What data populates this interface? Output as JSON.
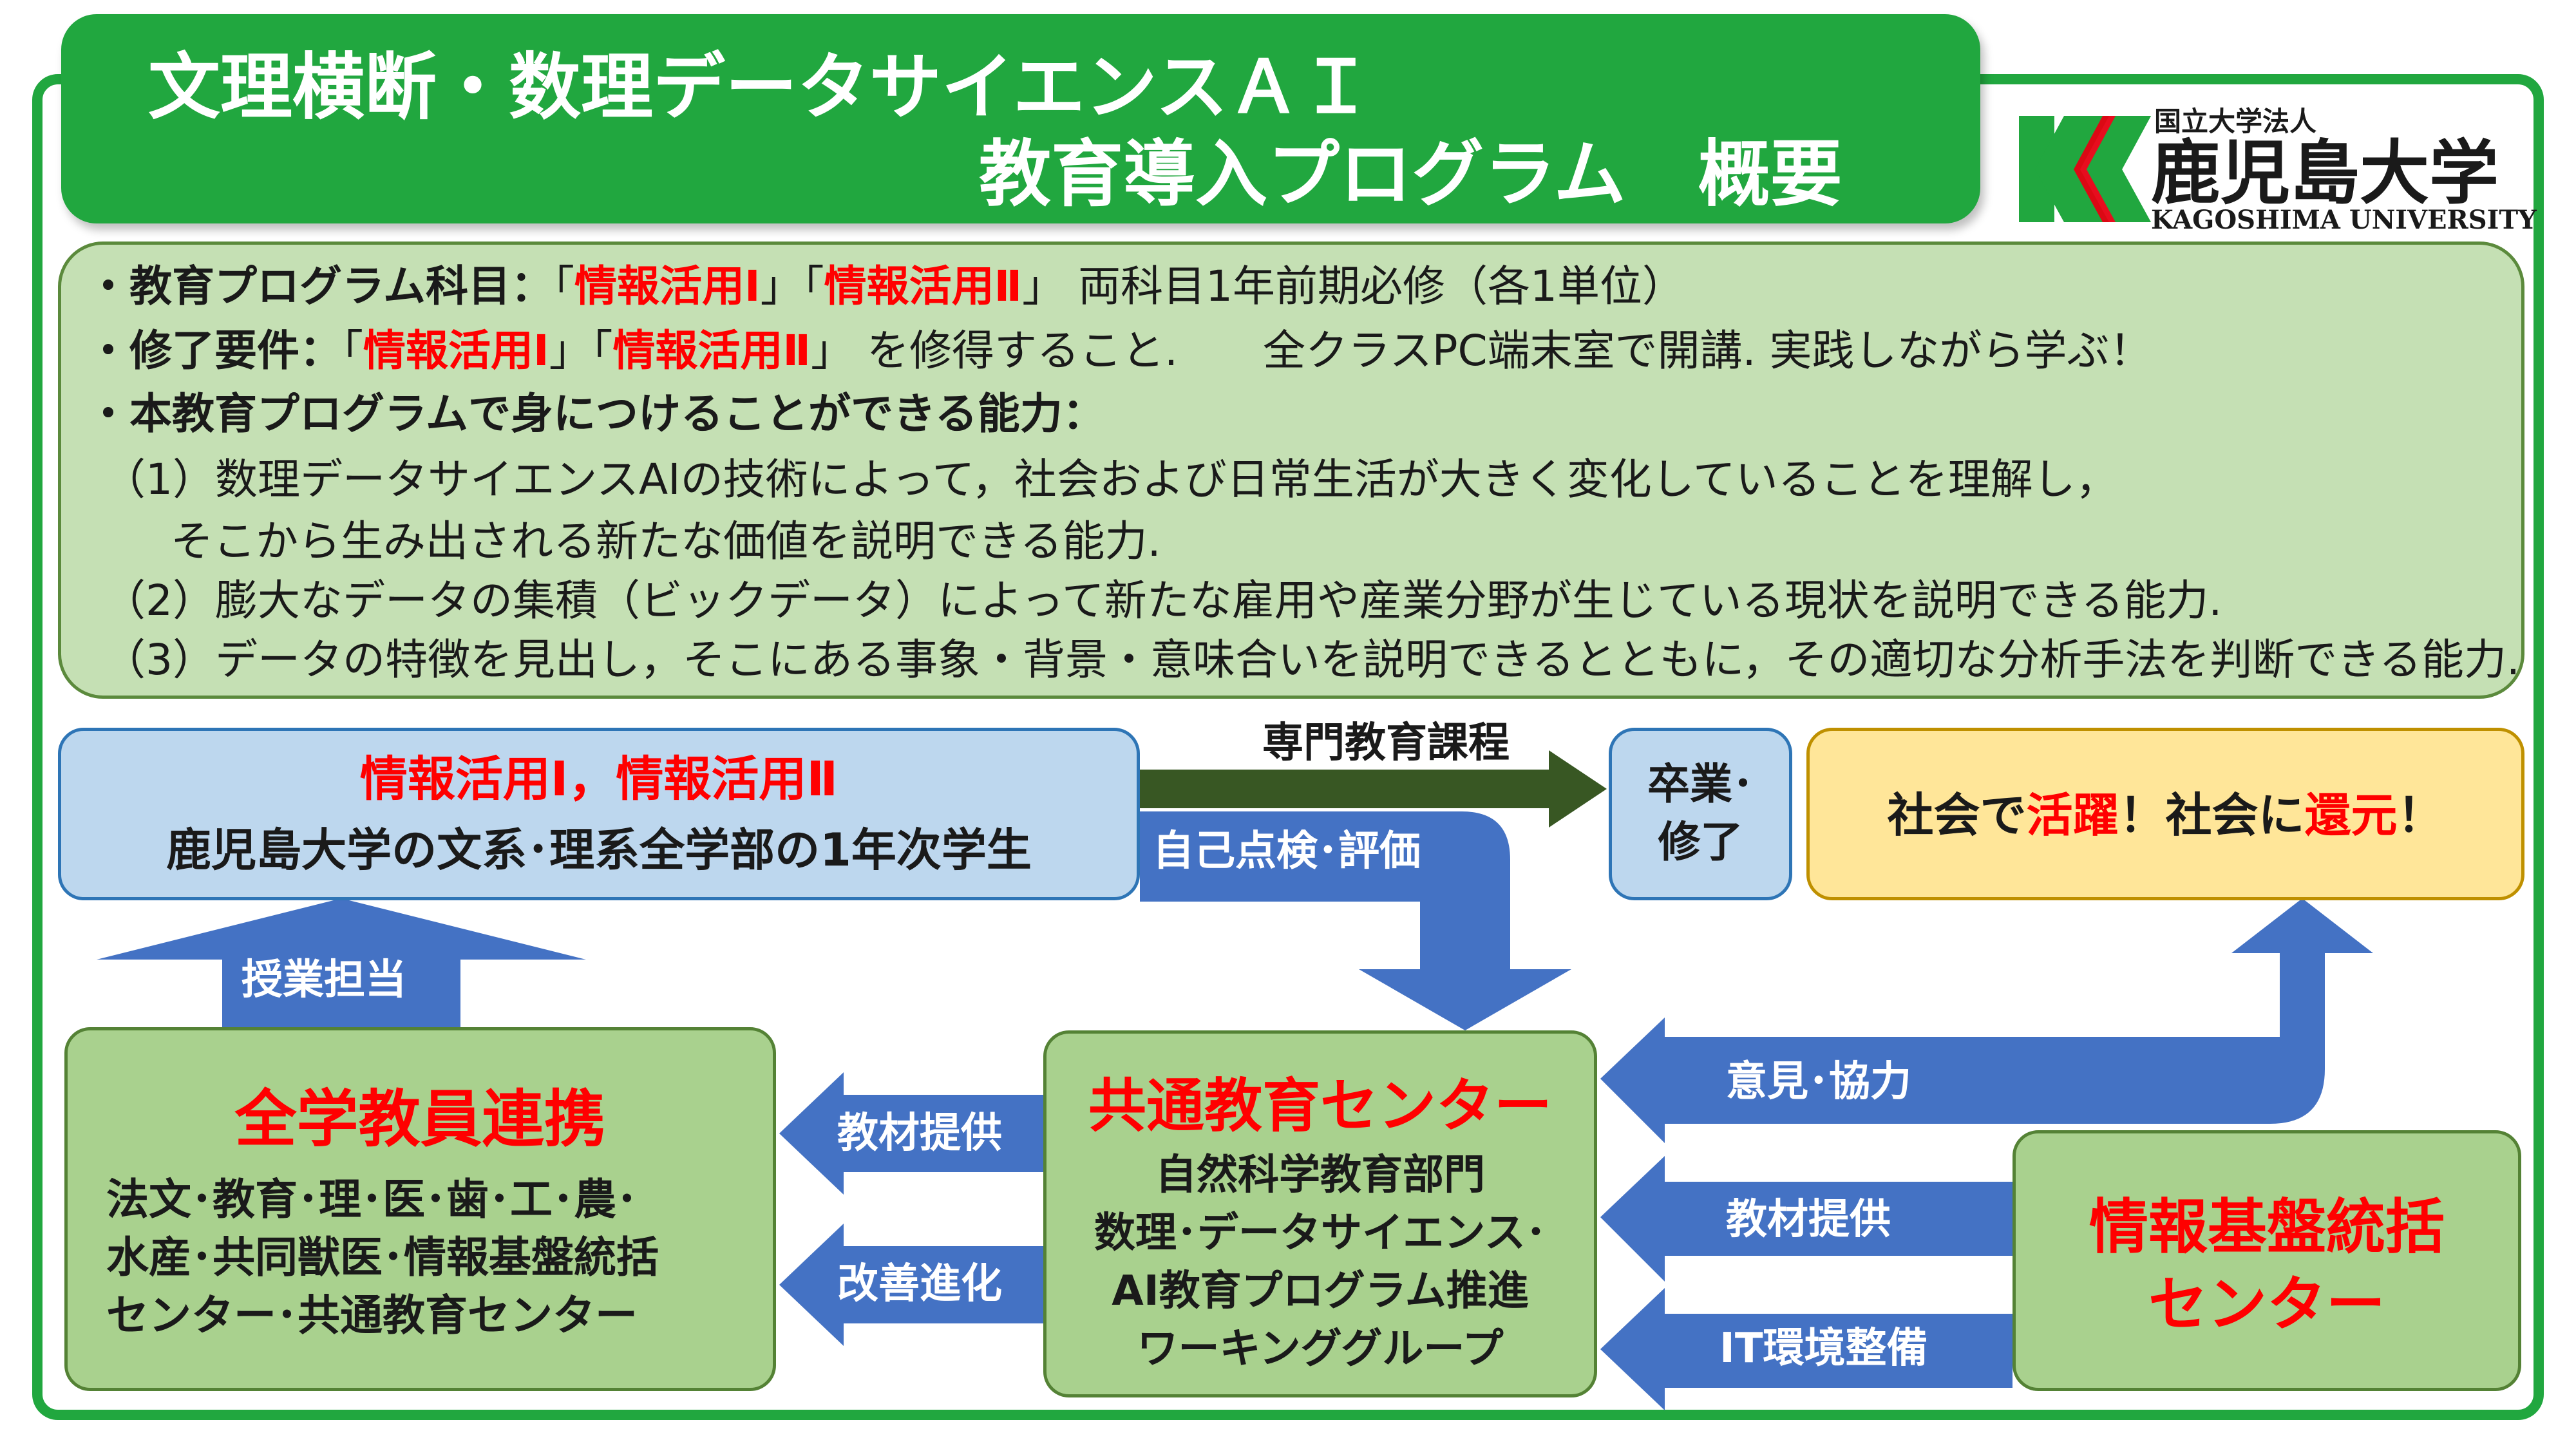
{
  "header": {
    "title_line1": "文理横断・数理データサイエンスＡＩ",
    "title_line2": "教育導入プログラム　概要"
  },
  "logo": {
    "sub": "国立大学法人",
    "name": "鹿児島大学",
    "english": "KAGOSHIMA UNIVERSITY"
  },
  "info": {
    "line1_prefix": "・教育プログラム科目：",
    "line1_q1": "「",
    "line1_subject1": "情報活用Ⅰ",
    "line1_q2": "」「",
    "line1_subject2": "情報活用Ⅱ",
    "line1_q3": "」",
    "line1_rest": "両科目1年前期必修（各1単位）",
    "line2_prefix": "・修了要件：",
    "line2_q1": "「",
    "line2_subject1": "情報活用Ⅰ",
    "line2_q2": "」「",
    "line2_subject2": "情報活用Ⅱ",
    "line2_q3": "」",
    "line2_rest": "を修得すること.　　全クラスPC端末室で開講. 実践しながら学ぶ！",
    "line3": "・本教育プログラムで身につけることができる能力：",
    "ability1a": "（1）数理データサイエンスAIの技術によって，社会および日常生活が大きく変化していることを理解し，",
    "ability1b": "そこから生み出される新たな価値を説明できる能力.",
    "ability2": "（2）膨大なデータの集積（ビックデータ）によって新たな雇用や産業分野が生じている現状を説明できる能力.",
    "ability3": "（3）データの特徴を見出し，そこにある事象・背景・意味合いを説明できるとともに，その適切な分析手法を判断できる能力."
  },
  "flow": {
    "subjects_title": "情報活用Ⅰ，情報活用Ⅱ",
    "subjects_target": "鹿児島大学の文系･理系全学部の1年次学生",
    "specialized": "専門教育課程",
    "self_check": "自己点検･評価",
    "graduate_line1": "卒業･",
    "graduate_line2": "修了",
    "society_1": "社会で",
    "society_2": "活躍",
    "society_3": "！社会に",
    "society_4": "還元",
    "society_5": "！",
    "teaching": "授業担当",
    "faculty_title": "全学教員連携",
    "faculty_line1": "法文･教育･理･医･歯･工･農･",
    "faculty_line2": "水産･共同獣医･情報基盤統括",
    "faculty_line3": "センター･共通教育センター",
    "materials_left": "教材提供",
    "improvement": "改善進化",
    "center_title": "共通教育センター",
    "center_line1": "自然科学教育部門",
    "center_line2": "数理･データサイエンス･",
    "center_line3": "AI教育プログラム推進",
    "center_line4": "ワーキンググループ",
    "opinion": "意見･協力",
    "materials_right": "教材提供",
    "it_env": "IT環境整備",
    "it_title_line1": "情報基盤統括",
    "it_title_line2": "センター"
  },
  "colors": {
    "green": "#21a73f",
    "blue_arrow": "#4472c4",
    "dark_green_arrow": "#385723",
    "red": "#ff0000"
  }
}
